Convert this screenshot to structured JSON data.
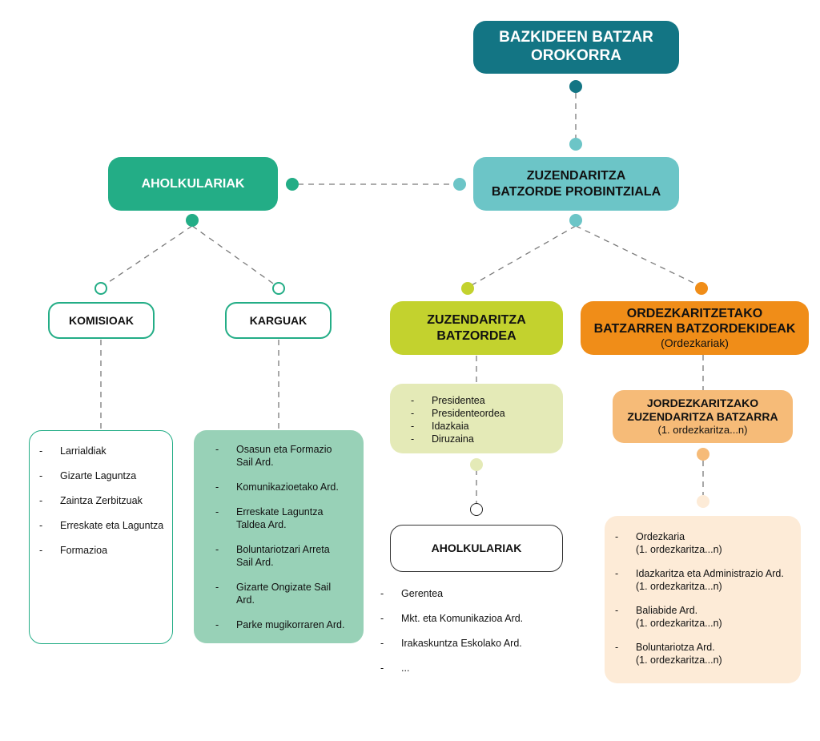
{
  "colors": {
    "top": "#137584",
    "teal": "#6cc5c7",
    "green": "#23ad86",
    "lime": "#c3d22e",
    "lime_light": "#e4eab7",
    "orange": "#f08d18",
    "orange_mid": "#f6bb78",
    "orange_light": "#fdebd7",
    "mint": "#98d1b7",
    "connector": "#7a7a7a"
  },
  "nodes": {
    "general_assembly": {
      "line1": "BAZKIDEEN BATZAR",
      "line2": "OROKORRA"
    },
    "provincial_board": {
      "line1": "ZUZENDARITZA",
      "line2": "BATZORDE PROBINTZIALA"
    },
    "advisors_top": {
      "label": "AHOLKULARIAK"
    },
    "commissions": {
      "label": "KOMISIOAK"
    },
    "positions": {
      "label": "KARGUAK"
    },
    "executive_board": {
      "line1": "ZUZENDARITZA",
      "line2": "BATZORDEA"
    },
    "delegations_board": {
      "line1": "ORDEZKARITZETAKO",
      "line2": "BATZARREN BATZORDEKIDEAK",
      "sub": "(Ordezkariak)"
    },
    "delegation_directorate": {
      "line1": "JORDEZKARITZAKO",
      "line2": "ZUZENDARITZA BATZARRA",
      "sub": "(1. ordezkaritza...n)"
    },
    "advisors_exec": {
      "label": "AHOLKULARIAK"
    }
  },
  "lists": {
    "commissions": [
      "Larrialdiak",
      "Gizarte Laguntza",
      "Zaintza Zerbitzuak",
      "Erreskate eta Laguntza",
      "Formazioa"
    ],
    "positions": [
      [
        "Osasun eta Formazio",
        "Sail Ard."
      ],
      [
        "Komunikazioetako Ard."
      ],
      [
        "Erreskate Laguntza",
        "Taldea Ard."
      ],
      [
        "Boluntariotzari Arreta",
        "Sail Ard."
      ],
      [
        "Gizarte Ongizate Sail",
        "Ard."
      ],
      [
        "Parke mugikorraren Ard."
      ]
    ],
    "executive_members": [
      "Presidentea",
      "Presidenteordea",
      "Idazkaia",
      "Diruzaina"
    ],
    "advisors_exec": [
      "Gerentea",
      "Mkt. eta Komunikazioa Ard.",
      "Irakaskuntza Eskolako Ard.",
      "..."
    ],
    "delegation_members": [
      [
        "Ordezkaria",
        "(1. ordezkaritza...n)"
      ],
      [
        "Idazkaritza eta Administrazio Ard.",
        "(1. ordezkaritza...n)"
      ],
      [
        "Baliabide Ard.",
        "(1. ordezkaritza...n)"
      ],
      [
        "Boluntariotza Ard.",
        "(1. ordezkaritza...n)"
      ]
    ]
  }
}
